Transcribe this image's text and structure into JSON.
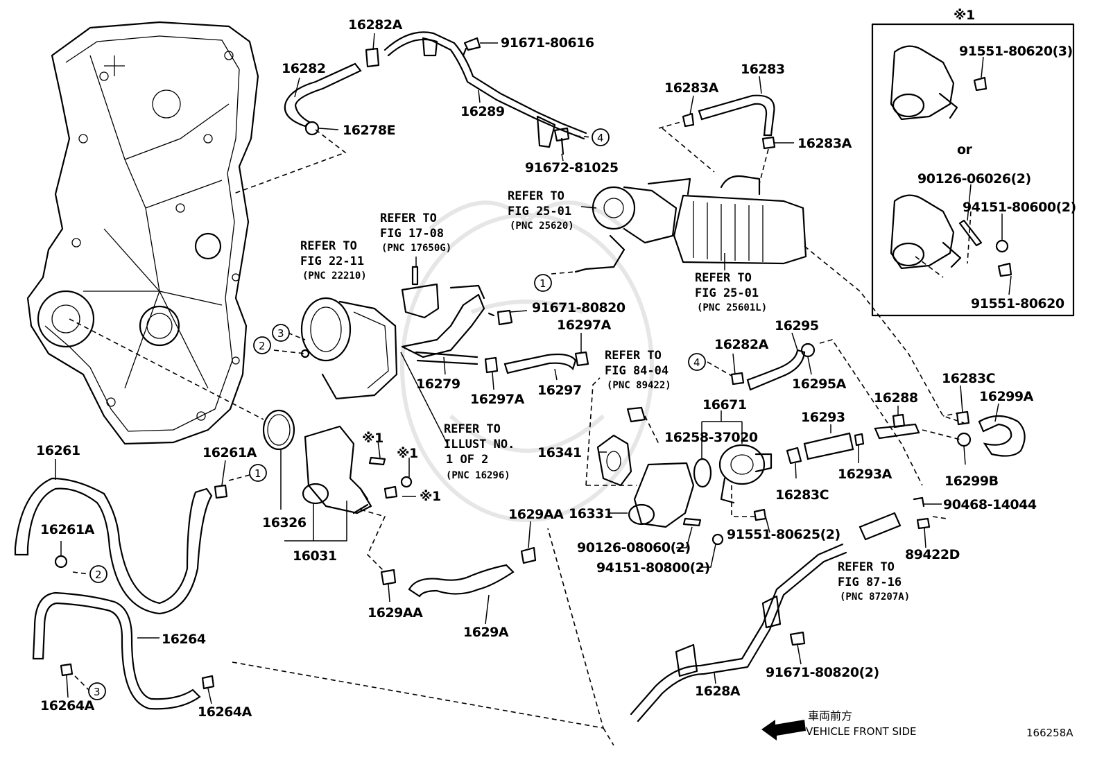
{
  "diagram_code": "166258A",
  "part_labels": {
    "p16282A": "16282A",
    "p91671_80616": "91671-80616",
    "p16282": "16282",
    "p16289": "16289",
    "p16278E": "16278E",
    "p91672_81025": "91672-81025",
    "p16283": "16283",
    "p16283A_1": "16283A",
    "p16283A_2": "16283A",
    "p91551_80620_3": "91551-80620(3)",
    "p90126_06026_2": "90126-06026(2)",
    "p94151_80600_2": "94151-80600(2)",
    "p91551_80620": "91551-80620",
    "p91671_80820": "91671-80820",
    "p16297A_top": "16297A",
    "p16295": "16295",
    "p16282A_2": "16282A",
    "p16295A": "16295A",
    "p16279": "16279",
    "p16297A_bot": "16297A",
    "p16297": "16297",
    "p16671": "16671",
    "p16288": "16288",
    "p16283C_1": "16283C",
    "p16299A": "16299A",
    "p16293": "16293",
    "p16258_37020": "16258-37020",
    "p16341": "16341",
    "p16293A": "16293A",
    "p16283C_2": "16283C",
    "p16299B": "16299B",
    "p16261": "16261",
    "p16261A_1": "16261A",
    "p16326": "16326",
    "p16331": "16331",
    "p90468_14044": "90468-14044",
    "p91551_80625_2": "91551-80625(2)",
    "p90126_08060_2": "90126-08060(2)",
    "p94151_80800_2": "94151-80800(2)",
    "p89422D": "89422D",
    "p16261A_2": "16261A",
    "p16031": "16031",
    "p1629AA_1": "1629AA",
    "p1629AA_2": "1629AA",
    "p1629A": "1629A",
    "p16264": "16264",
    "p16264A_1": "16264A",
    "p16264A_2": "16264A",
    "p91671_80820_2": "91671-80820(2)",
    "p1628A": "1628A",
    "s1": "※1",
    "s1b": "※1",
    "s1c": "※1",
    "s1d": "※1",
    "or": "or"
  },
  "references": {
    "r1": [
      "REFER TO",
      "FIG 25-01",
      "(PNC 25620)"
    ],
    "r2": [
      "REFER TO",
      "FIG 17-08",
      "(PNC 17650G)"
    ],
    "r3": [
      "REFER TO",
      "FIG 22-11",
      "(PNC 22210)"
    ],
    "r4": [
      "REFER TO",
      "FIG 25-01",
      "(PNC 25601L)"
    ],
    "r5": [
      "REFER TO",
      "FIG 84-04",
      "(PNC 89422)"
    ],
    "r6": [
      "REFER TO",
      "ILLUST NO.",
      "1 OF 2",
      "(PNC 16296)"
    ],
    "r7": [
      "REFER TO",
      "FIG 87-16",
      "(PNC 87207A)"
    ]
  },
  "circle_markers": {
    "c1a": "1",
    "c1b": "1",
    "c2a": "2",
    "c2b": "2",
    "c3a": "3",
    "c3b": "3",
    "c4a": "4",
    "c4b": "4"
  },
  "direction": {
    "japanese": "車両前方",
    "english": "VEHICLE FRONT SIDE"
  }
}
